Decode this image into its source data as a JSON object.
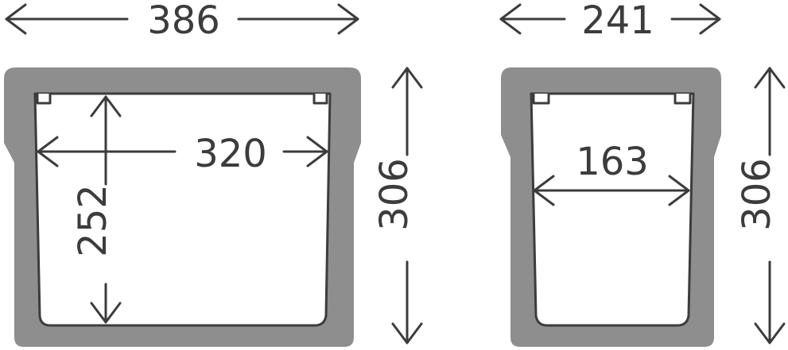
{
  "large_bin": {
    "outer_width": "386",
    "inner_width": "320",
    "inner_height": "252",
    "outer_height": "306"
  },
  "small_bin": {
    "outer_width": "241",
    "inner_width": "163",
    "outer_height": "306"
  },
  "colors": {
    "wall": "#8e8e8e",
    "line": "#3c3c3c",
    "background": "#ffffff"
  }
}
